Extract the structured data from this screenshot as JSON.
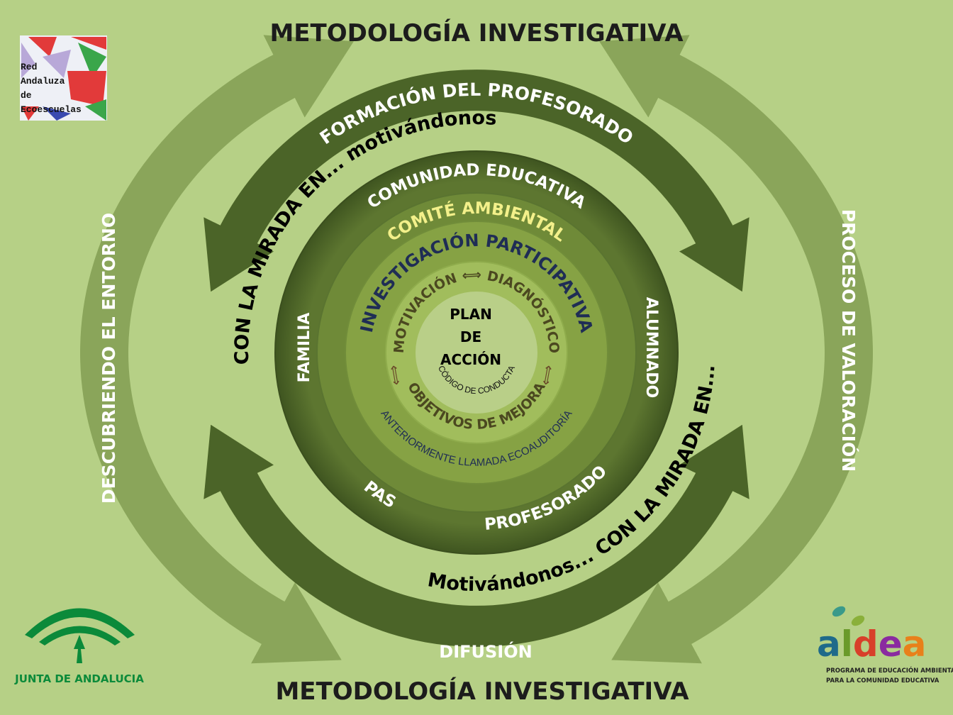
{
  "titles": {
    "top": "METODOLOGÍA INVESTIGATIVA",
    "bottom": "METODOLOGÍA INVESTIGATIVA"
  },
  "outer_ring": {
    "left": "DESCUBRIENDO EL ENTORNO",
    "right": "PROCESO DE VALORACIÓN"
  },
  "dark_ring": {
    "top": "FORMACIÓN DEL PROFESORADO",
    "bottom": "DIFUSIÓN"
  },
  "motto": {
    "upper_left": "CON LA MIRADA EN... motivándonos",
    "lower_right": "Motivándonos... CON LA MIRADA EN..."
  },
  "community": {
    "title": "COMUNIDAD EDUCATIVA",
    "left": "FAMILIA",
    "right": "ALUMNADO",
    "bottom_left": "PAS",
    "bottom_right": "PROFESORADO"
  },
  "committee": {
    "title": "COMITÉ AMBIENTAL"
  },
  "research": {
    "title": "INVESTIGACIÓN PARTICIPATIVA",
    "subtitle": "ANTERIORMENTE  LLAMADA ECOAUDITORÍA"
  },
  "cycle": {
    "top": "MOTIVACIÓN ⟺ DIAGNÓSTICO",
    "bottom": "OBJETIVOS DE MEJORA"
  },
  "center": {
    "line1": "PLAN",
    "line2": "DE",
    "line3": "ACCIÓN",
    "code": "CÓDIGO DE CONDUCTA"
  },
  "logos": {
    "red_andaluza": [
      "Red",
      "Andaluza",
      "de",
      "Ecoescuelas"
    ],
    "junta": "JUNTA DE ANDALUCIA",
    "aldea": {
      "name": [
        "a",
        "l",
        "d",
        "e",
        "a"
      ],
      "tag1": "PROGRAMA DE EDUCACIÓN AMBIENTAL",
      "tag2": "PARA LA COMUNIDAD EDUCATIVA"
    }
  },
  "colors": {
    "background": "#b6d086",
    "outer_ring": "#8aa55a",
    "dark_ring": "#4b6428",
    "circle1": "#566f2c",
    "circle2": "#6f8a38",
    "circle3": "#86a244",
    "circle4": "#9fbc5a",
    "circle5": "#b8cf86",
    "committee_text": "#f3f08a",
    "research_text": "#1f2d55"
  }
}
